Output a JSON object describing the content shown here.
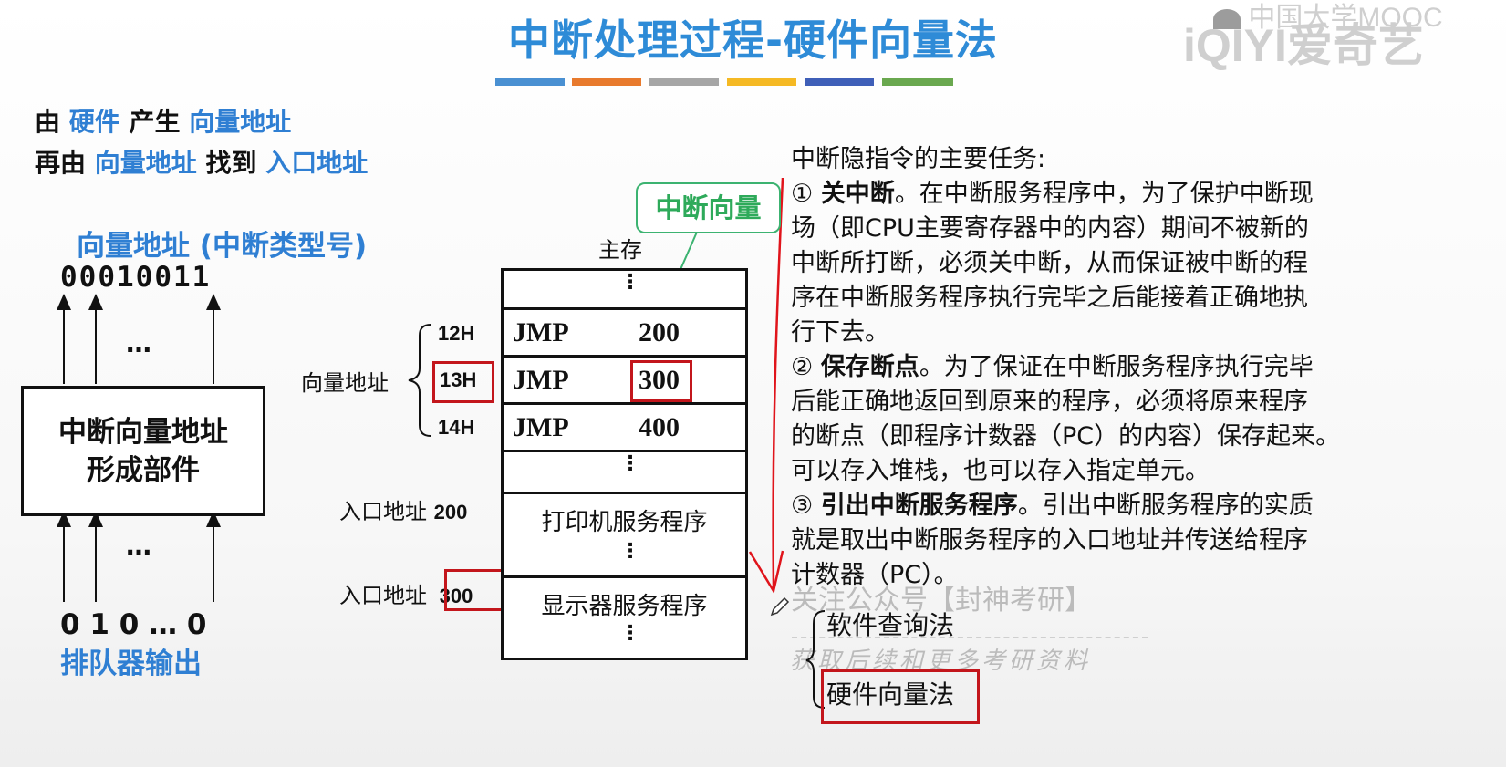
{
  "slide": {
    "title": "中断处理过程-硬件向量法"
  },
  "watermarks": {
    "mooc": "中国大学MOOC",
    "iqiyi_logo": "iQIYI",
    "iqiyi_name": "爱奇艺",
    "wechat": "关注公众号【封神考研】",
    "handwriting": "获取后续和更多考研资料"
  },
  "intro": {
    "line1": {
      "a": "由",
      "b": "硬件",
      "c": "产生",
      "d": "向量地址"
    },
    "line2": {
      "a": "再由",
      "b": "向量地址",
      "c": "找到",
      "d": "入口地址"
    }
  },
  "left_diagram": {
    "vector_title": "向量地址 (中断类型号)",
    "bits_top": "00010011",
    "ellipsis": "…",
    "box_line1": "中断向量地址",
    "box_line2": "形成部件",
    "bits_bottom": "0 1 0  … 0",
    "queue_label": "排队器输出"
  },
  "memory": {
    "label": "主存",
    "callout": "中断向量",
    "vector_brace_label": "向量地址",
    "rows": [
      {
        "addr": "12H",
        "instr": "JMP",
        "target": "200"
      },
      {
        "addr": "13H",
        "instr": "JMP",
        "target": "300"
      },
      {
        "addr": "14H",
        "instr": "JMP",
        "target": "400"
      }
    ],
    "vdots": "⋮",
    "entry_label": "入口地址",
    "entry_200": "200",
    "entry_300": "300",
    "service_print": "打印机服务程序",
    "service_display": "显示器服务程序"
  },
  "right_text": {
    "heading": "中断隐指令的主要任务:",
    "t1_num": "①",
    "t1_bold": "关中断",
    "t1_l1": "。在中断服务程序中，为了保护中断现",
    "t1_l2": "场（即CPU主要寄存器中的内容）期间不被新的",
    "t1_l3": "中断所打断，必须关中断，从而保证被中断的程",
    "t1_l4": "序在中断服务程序执行完毕之后能接着正确地执",
    "t1_l5": "行下去。",
    "t2_num": "②",
    "t2_bold": "保存断点",
    "t2_l1": "。为了保证在中断服务程序执行完毕",
    "t2_l2": "后能正确地返回到原来的程序，必须将原来程序",
    "t2_l3": "的断点（即程序计数器（PC）的内容）保存起来。",
    "t2_l4": "可以存入堆栈，也可以存入指定单元。",
    "t3_num": "③",
    "t3_bold": "引出中断服务程序",
    "t3_l1": "。引出中断服务程序的实质",
    "t3_l2": "就是取出中断服务程序的入口地址并传送给程序",
    "t3_l3": "计数器（PC）。",
    "method_software": "软件查询法",
    "method_hardware": "硬件向量法"
  },
  "colors": {
    "title_blue": "#2e8bd7",
    "highlight_blue": "#2f7fd3",
    "callout_green": "#2eaa5a",
    "box_red": "#c3161c",
    "stripes": [
      "#4a90d2",
      "#e87a2d",
      "#a6a6a6",
      "#f5b924",
      "#3f5fb8",
      "#6aa84f"
    ]
  }
}
